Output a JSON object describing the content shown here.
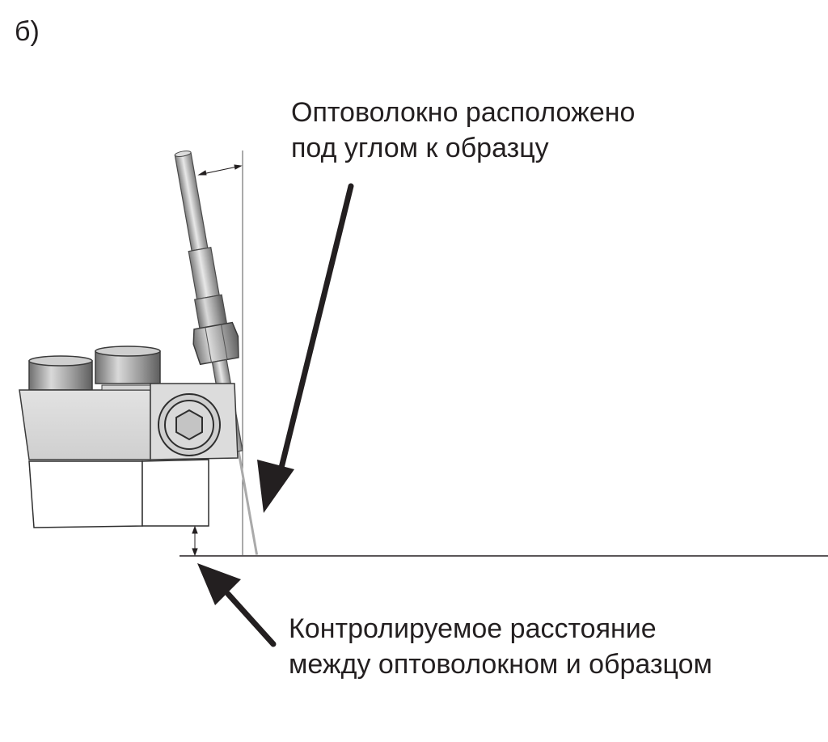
{
  "panel_label": "б)",
  "callouts": {
    "fiber_angle": {
      "line1": "Оптоволокно расположено",
      "line2": "под углом к образцу"
    },
    "distance": {
      "line1": "Контролируемое расстояние",
      "line2": "между оптоволокном и образцом"
    }
  },
  "colors": {
    "text": "#231f20",
    "arrow": "#231f20",
    "metal_light": "#e6e6e6",
    "metal_mid": "#bdbdbd",
    "metal_dark": "#7a7a7a"
  },
  "icons": [
    "fiber-probe-icon",
    "mounting-block-icon",
    "hex-bolt-icon",
    "hex-nut-icon"
  ]
}
